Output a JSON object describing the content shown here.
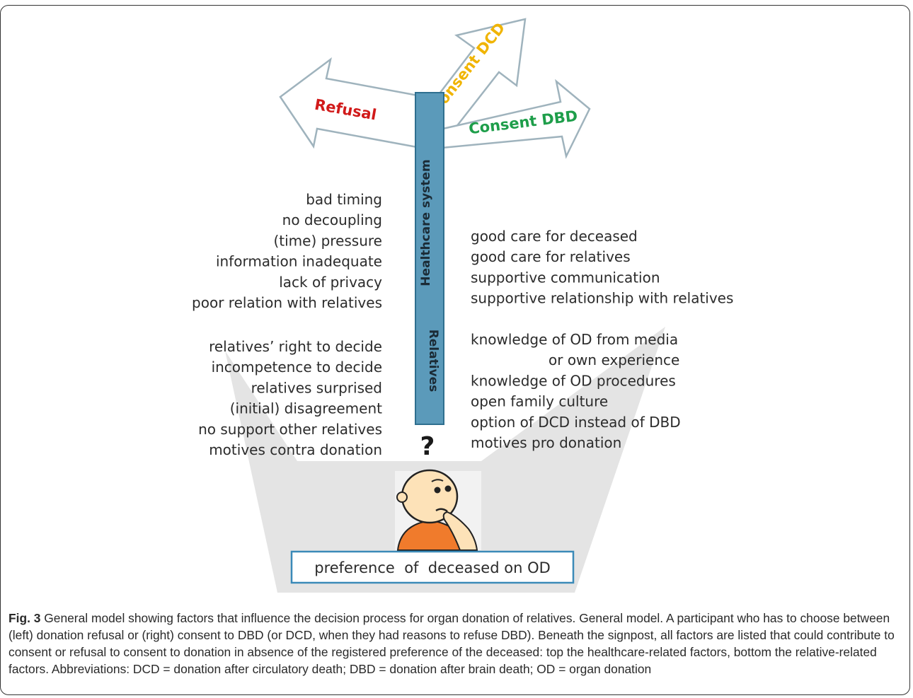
{
  "signpost": {
    "refusal": "Refusal",
    "consent_dcd": "Consent DCD",
    "consent_dbd": "Consent DBD",
    "pole_top": "Healthcare system",
    "pole_bottom": "Relatives",
    "question_mark": "?"
  },
  "left_healthcare": [
    "bad timing",
    "no decoupling",
    "(time) pressure",
    "information inadequate",
    "lack of privacy",
    "poor relation with relatives"
  ],
  "left_relatives": [
    "relatives’ right to decide",
    "incompetence to decide",
    "relatives surprised",
    "(initial) disagreement",
    "no support other relatives",
    "motives contra donation"
  ],
  "right_healthcare": [
    "good care for deceased",
    "good care for relatives",
    "supportive communication",
    "supportive relationship with relatives"
  ],
  "right_relatives": [
    "knowledge of OD from media",
    "or own experience",
    "knowledge of OD procedures",
    "open family culture",
    "option of DCD instead of DBD",
    "motives pro donation"
  ],
  "base_box": "preference  of  deceased on OD",
  "caption": {
    "label": "Fig. 3",
    "text": " General model showing factors that influence the decision process for organ donation of relatives. General model. A participant who has to choose between (left) donation refusal or (right) consent to DBD (or DCD, when they had reasons to refuse DBD). Beneath the signpost, all factors are listed that could contribute to consent or refusal to consent to donation in absence of the registered preference of the deceased: top the healthcare-related factors, bottom the relative-related factors. Abbreviations: DCD = donation after circulatory death; DBD = donation after brain death; OD = organ donation"
  },
  "colors": {
    "refusal": "#d11a1a",
    "consent_dcd": "#f0b400",
    "consent_dbd": "#1e9e4a",
    "pole": "#5b9aba",
    "arrow_stroke": "#9fb3bd",
    "cone": "#e4e4e4",
    "shirt": "#f07b2c",
    "face": "#fde2b8"
  }
}
